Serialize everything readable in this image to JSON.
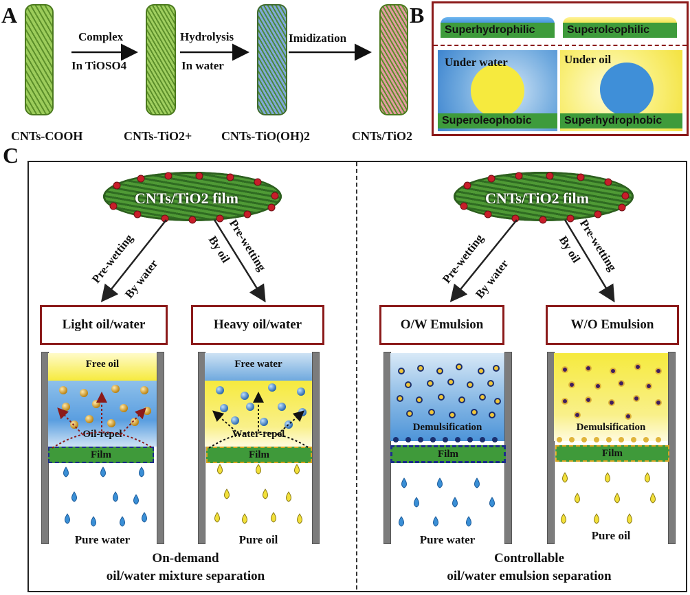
{
  "panelA": {
    "letter": "A",
    "steps": [
      {
        "top": "Complex",
        "bottom": "In TiOSO4"
      },
      {
        "top": "Hydrolysis",
        "bottom": "In water"
      },
      {
        "top": "Imidization",
        "bottom": ""
      }
    ],
    "tubes": [
      "CNTs-COOH",
      "CNTs-TiO2+",
      "CNTs-TiO(OH)2",
      "CNTs/TiO2"
    ]
  },
  "panelB": {
    "letter": "B",
    "top_left": "Superhydrophilic",
    "top_right": "Superoleophilic",
    "under_water": "Under water",
    "under_oil": "Under oil",
    "bottom_left": "Superoleophobic",
    "bottom_right": "Superhydrophobic"
  },
  "panelC": {
    "letter": "C",
    "film_label": "CNTs/TiO2 film",
    "prewet_water": [
      "Pre-wetting",
      "By water"
    ],
    "prewet_oil": [
      "Pre-wetting",
      "By oil"
    ],
    "boxes": [
      "Light oil/water",
      "Heavy oil/water",
      "O/W Emulsion",
      "W/O Emulsion"
    ],
    "free_oil": "Free oil",
    "free_water": "Free water",
    "oil_repel": "Oil-repel",
    "water_repel": "Water-repel",
    "demulsification": "Demulsification",
    "film": "Film",
    "pure_water": "Pure water",
    "pure_oil": "Pure oil",
    "caption_left": [
      "On-demand",
      "oil/water mixture separation"
    ],
    "caption_right": [
      "Controllable",
      "oil/water emulsion separation"
    ]
  },
  "colors": {
    "dark_red": "#8b1a1a",
    "green": "#3e9b3b",
    "water_blue": "#4f97d8",
    "oil_yellow": "#f6ea3e"
  }
}
